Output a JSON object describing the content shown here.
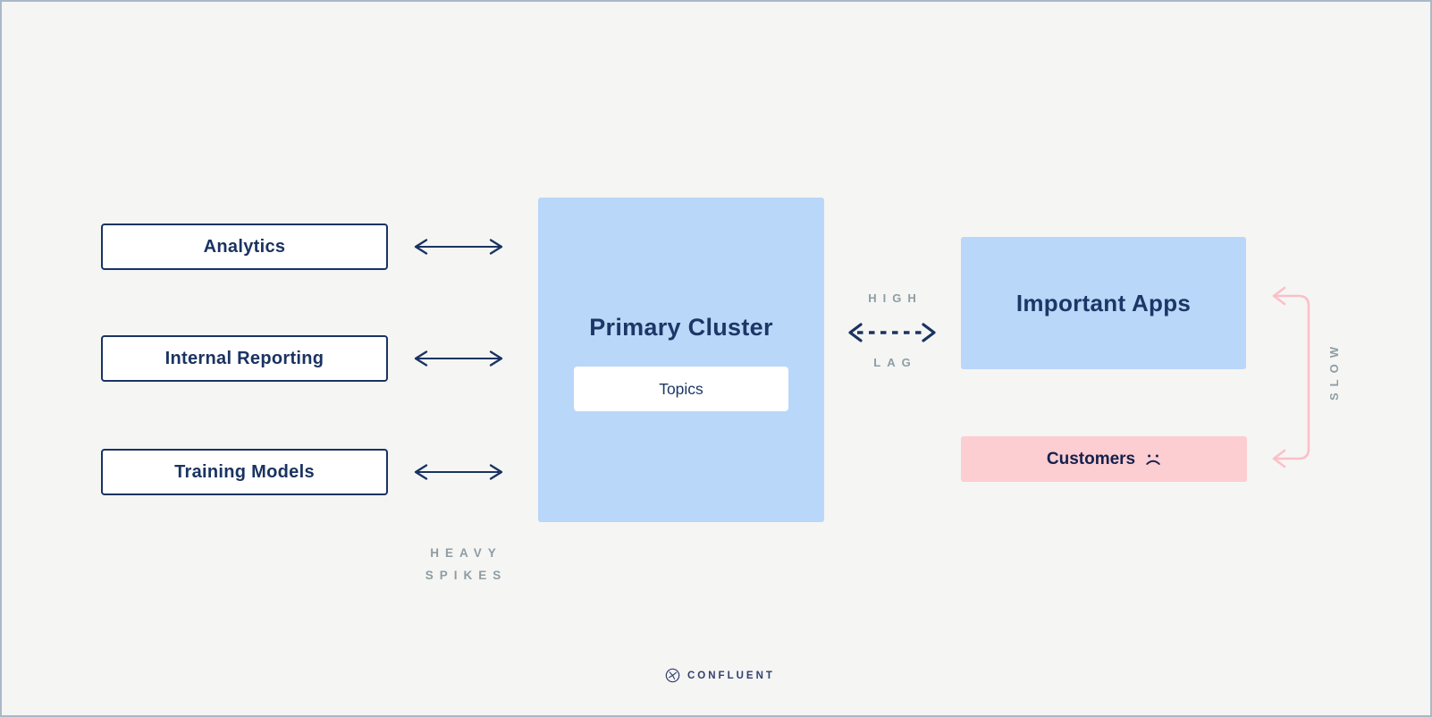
{
  "diagram": {
    "title_hint": "Kafka primary cluster overload diagram",
    "sources": {
      "items": [
        {
          "label": "Analytics"
        },
        {
          "label": "Internal Reporting"
        },
        {
          "label": "Training Models"
        }
      ]
    },
    "cluster": {
      "title": "Primary Cluster",
      "topics_label": "Topics"
    },
    "consumers": {
      "important_apps_label": "Important Apps",
      "customers_label": "Customers"
    },
    "link_labels": {
      "high": "HIGH",
      "lag": "LAG",
      "heavy": "HEAVY",
      "spikes": "SPIKES",
      "slow": "SLOW"
    },
    "footer": {
      "brand": "CONFLUENT"
    },
    "colors": {
      "background": "#f5f5f4",
      "frame_border": "#a9b8c7",
      "navy": "#1a3361",
      "light_blue": "#b9d7f8",
      "light_pink": "#fccdd1",
      "pink_accent": "#fbc0c7",
      "muted_gray": "#8e9da2",
      "brand_navy": "#33406f"
    }
  }
}
